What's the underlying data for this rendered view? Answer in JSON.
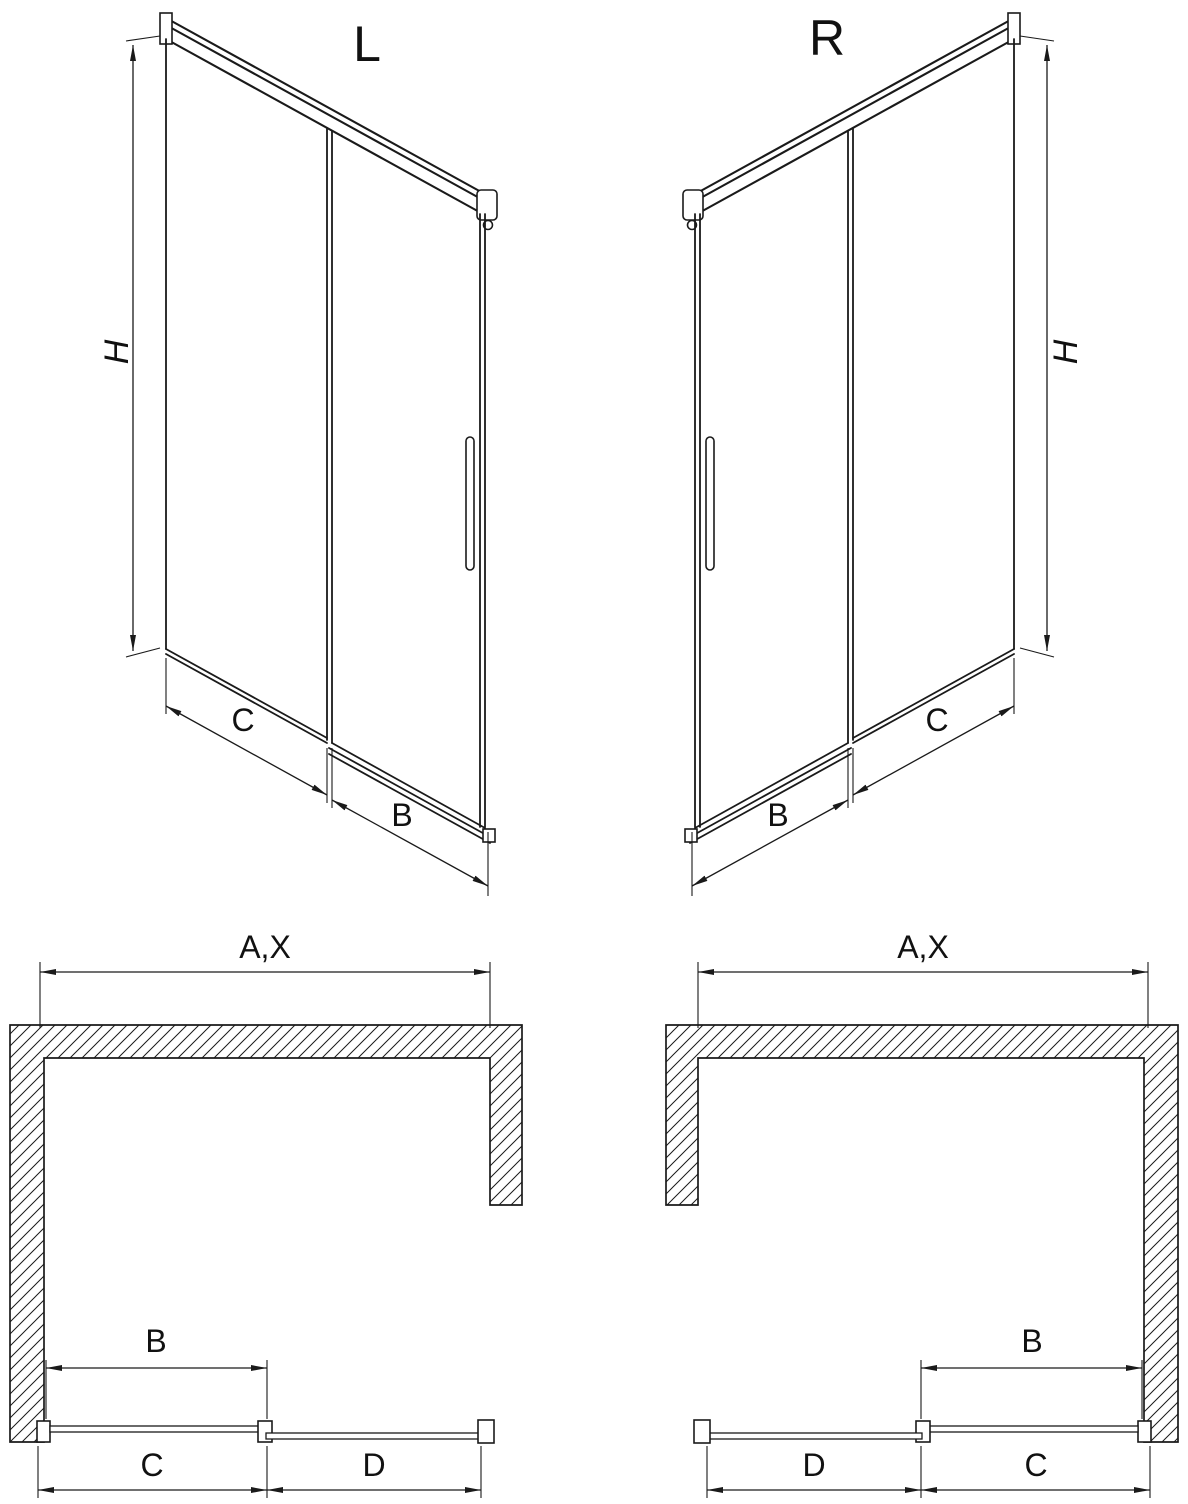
{
  "colors": {
    "background": "#ffffff",
    "line": "#1a1a1a",
    "text": "#111111"
  },
  "iso_left": {
    "title": "L",
    "dim_h": "H",
    "dim_c": "C",
    "dim_b": "B"
  },
  "iso_right": {
    "title": "R",
    "dim_h": "H",
    "dim_c": "C",
    "dim_b": "B"
  },
  "plan_left": {
    "dim_ax": "A,X",
    "dim_b": "B",
    "dim_c": "C",
    "dim_d": "D"
  },
  "plan_right": {
    "dim_ax": "A,X",
    "dim_b": "B",
    "dim_c": "C",
    "dim_d": "D"
  }
}
